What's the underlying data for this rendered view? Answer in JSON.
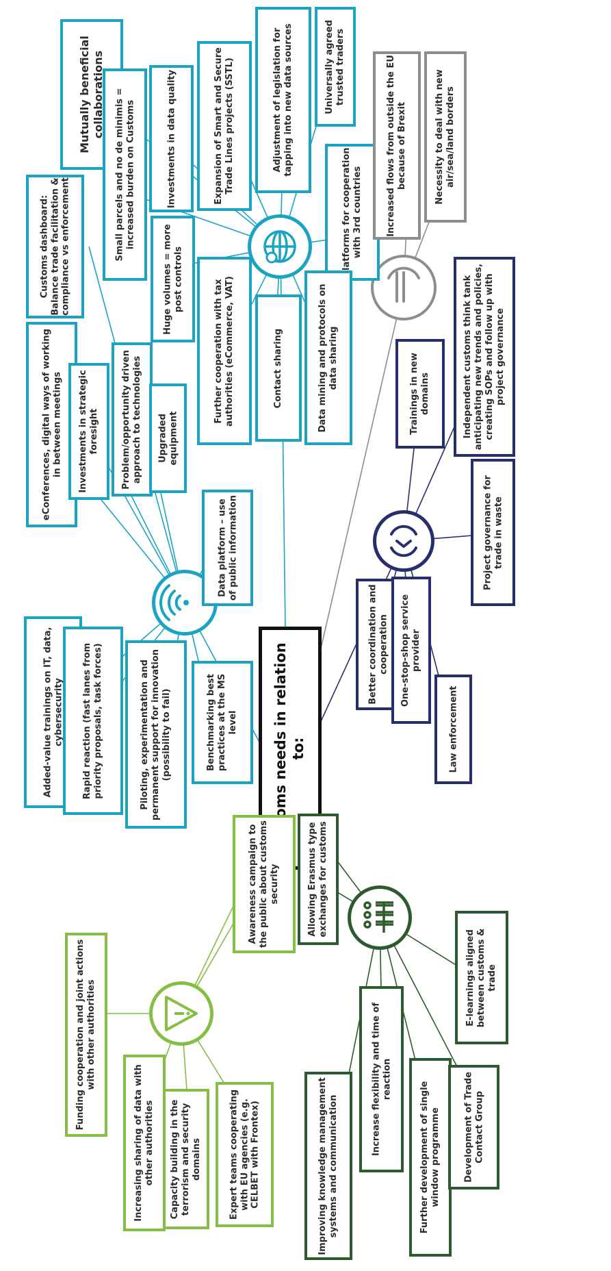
{
  "center": {
    "label": "Customs needs in relation to:"
  },
  "colors": {
    "teal": "#1ba3c2",
    "grey": "#8d8d8d",
    "navy": "#252f6b",
    "green": "#2e5a2e",
    "lime": "#86bd45",
    "center": "#111111"
  },
  "hubs": {
    "wifi": {
      "icon": "wifi-icon"
    },
    "globe": {
      "icon": "globe-icon"
    },
    "euro": {
      "icon": "euro-icon"
    },
    "cycle": {
      "icon": "cycle-icon"
    },
    "people": {
      "icon": "people-icon"
    },
    "warning": {
      "icon": "warning-icon"
    }
  },
  "nodes": {
    "n_mutual": "Mutually beneficial collaborations",
    "n_universal": "Universally agreed trusted traders",
    "n_legislation": "Adjustment of legislation for tapping into new data sources",
    "n_sstl": "Expansion of Smart and Secure Trade Lines projects (SSTL)",
    "n_invest_data": "Investments in data quality",
    "n_small_parcels": "Small parcels and no de minimis = increased burden on Customs",
    "n_huge_volumes": "Huge volumes = more post controls",
    "n_platforms": "Platforms for cooperation with 3rd countries",
    "n_tax": "Further cooperation with tax authorities (eCommerce, VAT)",
    "n_contact": "Contact sharing",
    "n_datamining": "Data mining and protocols on data sharing",
    "n_brexit": "Increased flows from outside the EU because of Brexit",
    "n_borders": "Necessity to deal with new air/sea/land borders",
    "n_dashboard": "Customs dashboard: Balance trade facilitation & compliance vs enforcement",
    "n_econf": "eConferences, digital ways of working in between meetings",
    "n_foresight": "Investments in strategic foresight",
    "n_problem": "Problem/opportunity driven approach to technologies",
    "n_equipment": "Upgraded equipment",
    "n_dataplatform": "Data platform – use of public information",
    "n_addedvalue": "Added-value trainings on IT, data, cybersecurity",
    "n_rapid": "Rapid reaction (fast lanes from priority proposals, task forces)",
    "n_piloting": "Piloting, experimentation and permanent support for innovation (possibility to fail)",
    "n_benchmark": "Benchmarking best practices at the MS level",
    "n_trainings": "Trainings in new domains",
    "n_thinktank": "Independent customs think tank anticipating new trends and policies, creating SOPs and follow up with project governance",
    "n_coord": "Better coordination and cooperation",
    "n_onestop": "One-stop-shop service provider",
    "n_law": "Law enforcement",
    "n_waste": "Project governance for trade in waste",
    "n_erasmus": "Allowing Erasmus type exchanges for customs",
    "n_knowledge": "Improving knowledge management systems and communication",
    "n_flex": "Increase flexibility and time of reaction",
    "n_window": "Further development of single window programme",
    "n_tcg": "Development of Trade Contact Group",
    "n_elearn": "E-learnings aligned between customs & trade",
    "n_awareness": "Awareness campaign to the public about customs security",
    "n_funding": "Funding cooperation and joint actions with other authorities",
    "n_sharing": "Increasing sharing of data with other authorities",
    "n_capacity": "Capacity building in the terrorism and security domains",
    "n_expert": "Expert teams cooperating with EU agencies (e.g. CELBET with Frontex)"
  }
}
